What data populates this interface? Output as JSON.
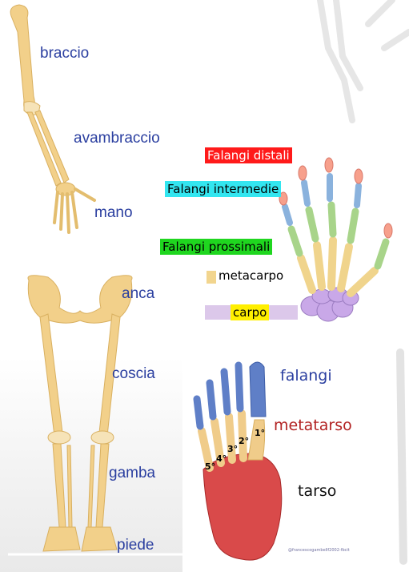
{
  "arm": {
    "labels": [
      "braccio",
      "avambraccio",
      "mano"
    ]
  },
  "hand": {
    "labels": [
      {
        "text": "Falangi distali",
        "bg": "#ff1a1a",
        "fg": "#ffffff"
      },
      {
        "text": "Falangi intermedie",
        "bg": "#33e6f0",
        "fg": "#000000"
      },
      {
        "text": "Falangi prossimali",
        "bg": "#1fd61f",
        "fg": "#000000"
      },
      {
        "text": "metacarpo",
        "bg": "#ffffff",
        "fg": "#000000",
        "swatch": "#f2d58e"
      },
      {
        "text": "carpo",
        "bg": "#ffef00",
        "fg": "#000000",
        "swatch": "#dcc8ea"
      }
    ],
    "colors": {
      "distal": "#f7a08c",
      "intermediate": "#8ab2dd",
      "proximal": "#a8d48a",
      "metacarpal": "#f0d48c",
      "carpal": "#c9a8e8"
    }
  },
  "leg": {
    "labels": [
      "anca",
      "coscia",
      "gamba",
      "piede"
    ]
  },
  "foot": {
    "labels": [
      "falangi",
      "metatarso",
      "tarso"
    ],
    "label_colors": [
      "#2b3fa0",
      "#b22222",
      "#111111"
    ],
    "numbers": [
      "5°",
      "4°",
      "3°",
      "2°",
      "1°"
    ],
    "credit": "@francescogambellf2002-fbcit"
  },
  "colors": {
    "bone": "#f2d08a",
    "bone_dark": "#d9b060",
    "label_blue": "#2b3fa0"
  }
}
